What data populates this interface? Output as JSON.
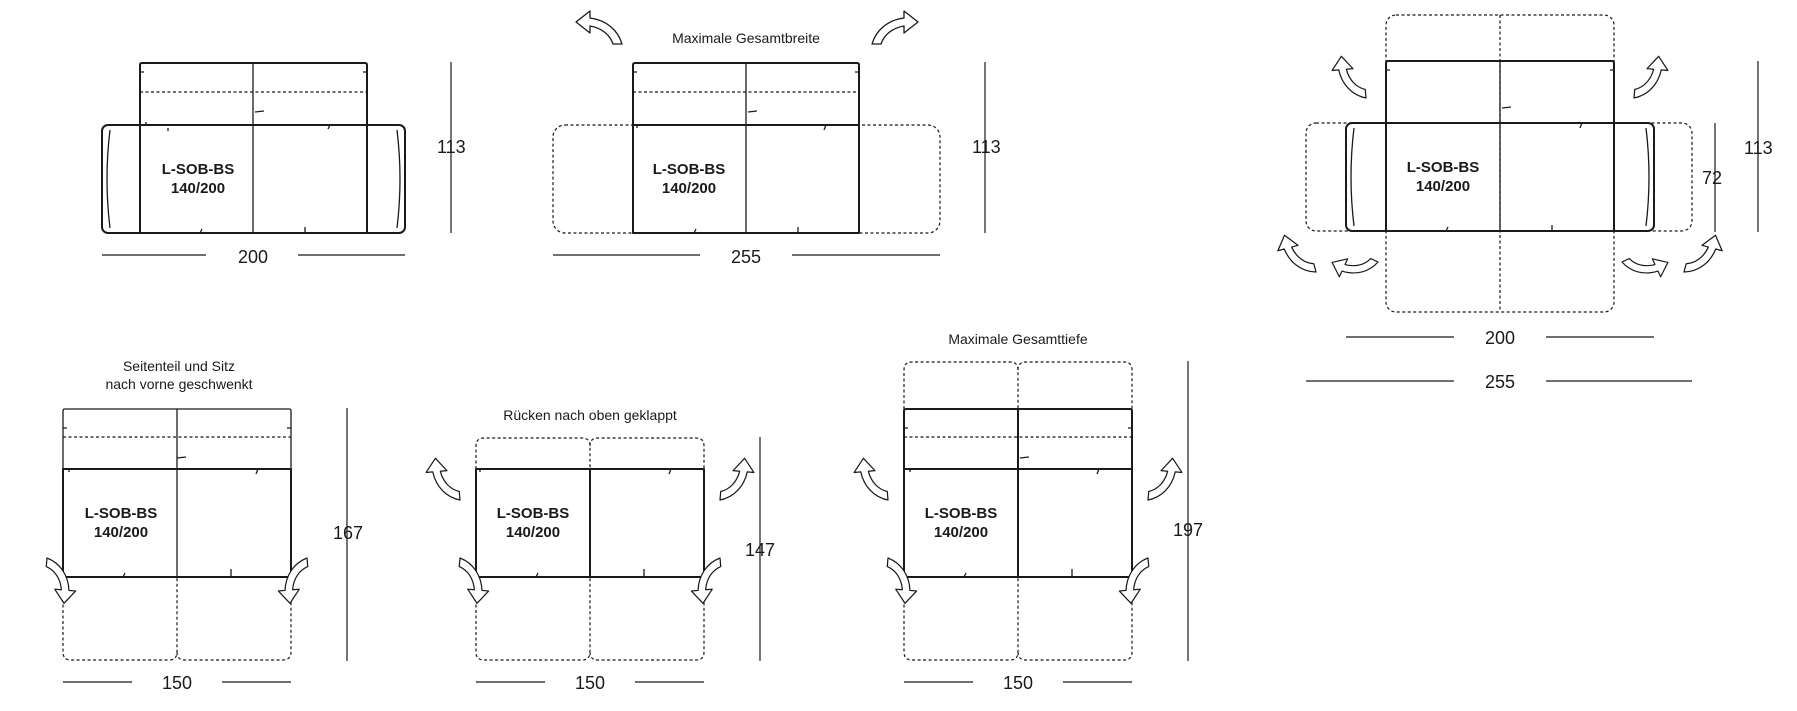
{
  "diagrams": {
    "d1": {
      "code": "L-SOB-BS",
      "size": "140/200",
      "width": "200",
      "height": "113"
    },
    "d2": {
      "caption": "Maximale Gesamtbreite",
      "code": "L-SOB-BS",
      "size": "140/200",
      "width": "255",
      "height": "113"
    },
    "d3": {
      "code": "L-SOB-BS",
      "size": "140/200",
      "width_inner": "200",
      "width_outer": "255",
      "height_outer": "113",
      "height_inner": "72"
    },
    "d4": {
      "caption_line1": "Seitenteil und Sitz",
      "caption_line2": "nach vorne geschwenkt",
      "code": "L-SOB-BS",
      "size": "140/200",
      "width": "150",
      "height": "167"
    },
    "d5": {
      "caption": "Rücken nach oben geklappt",
      "code": "L-SOB-BS",
      "size": "140/200",
      "width": "150",
      "height": "147"
    },
    "d6": {
      "caption": "Maximale Gesamttiefe",
      "code": "L-SOB-BS",
      "size": "140/200",
      "width": "150",
      "height": "197"
    }
  },
  "icons": {
    "arrow": "curved-rotation-arrow-icon"
  },
  "colors": {
    "line": "#1a1a1a",
    "background": "#ffffff"
  }
}
